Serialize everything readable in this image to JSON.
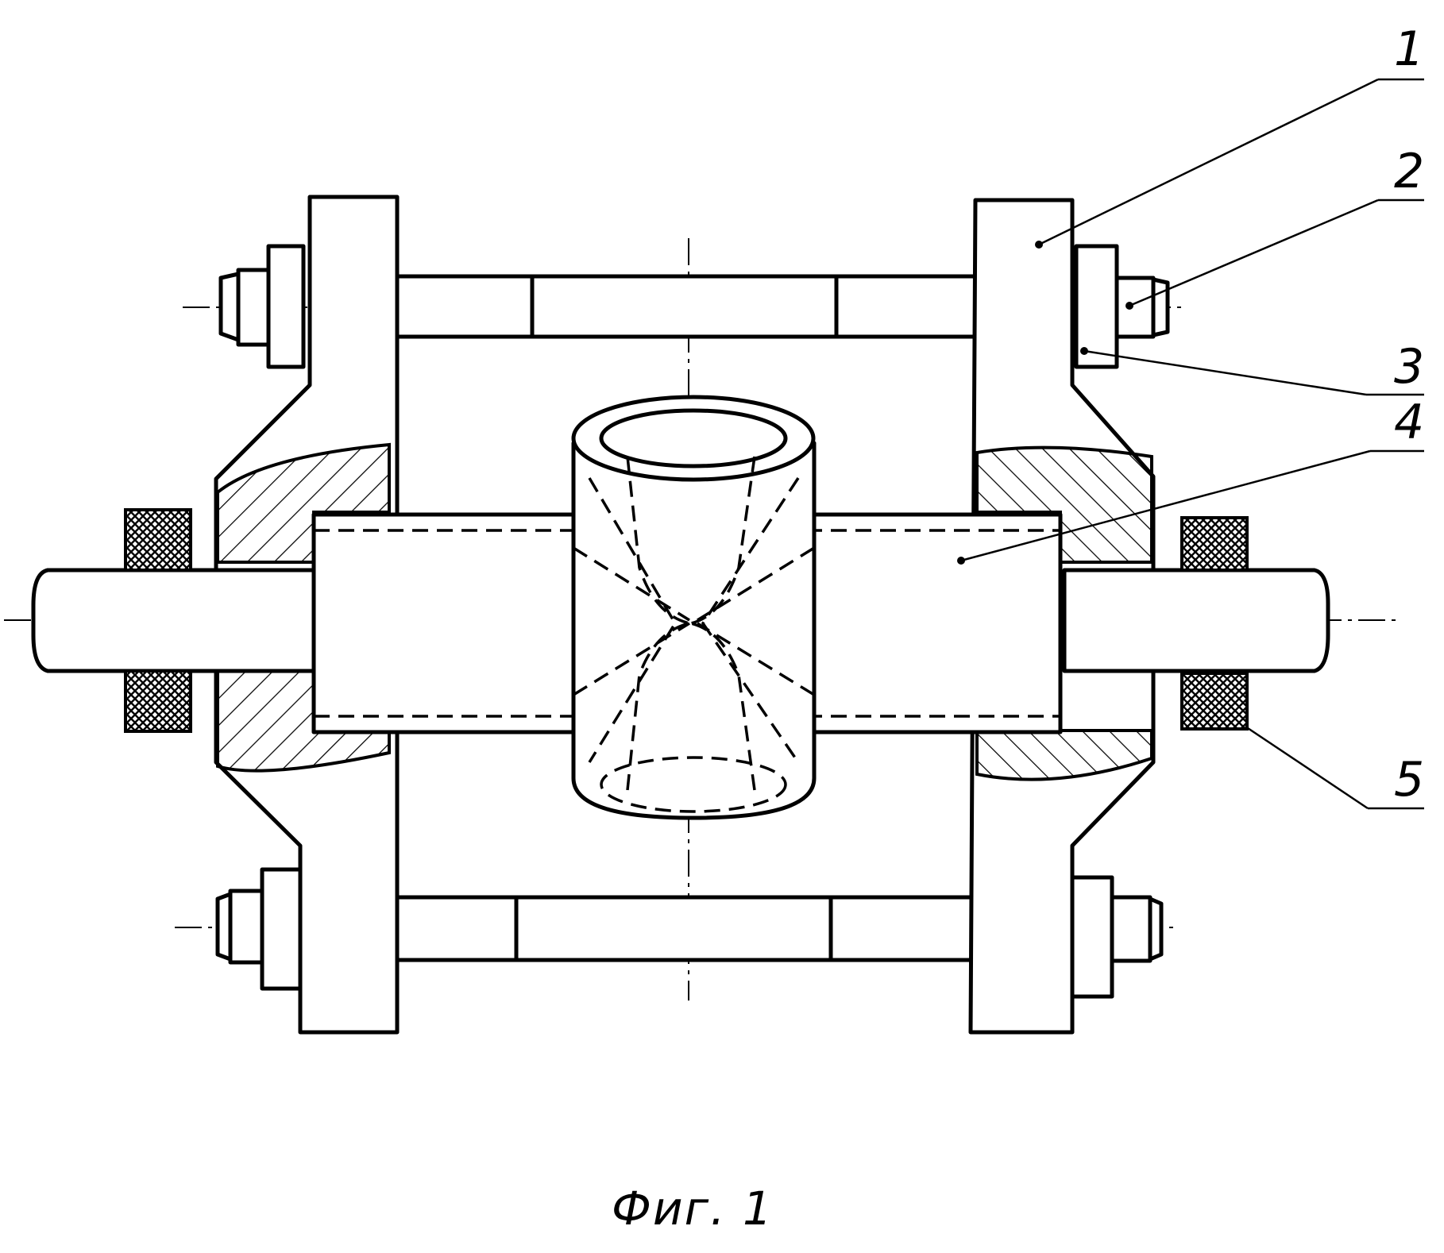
{
  "labels": {
    "part_1": "1",
    "part_2": "2",
    "part_3": "3",
    "part_4": "4",
    "part_5": "5"
  },
  "caption": "Фиг. 1"
}
